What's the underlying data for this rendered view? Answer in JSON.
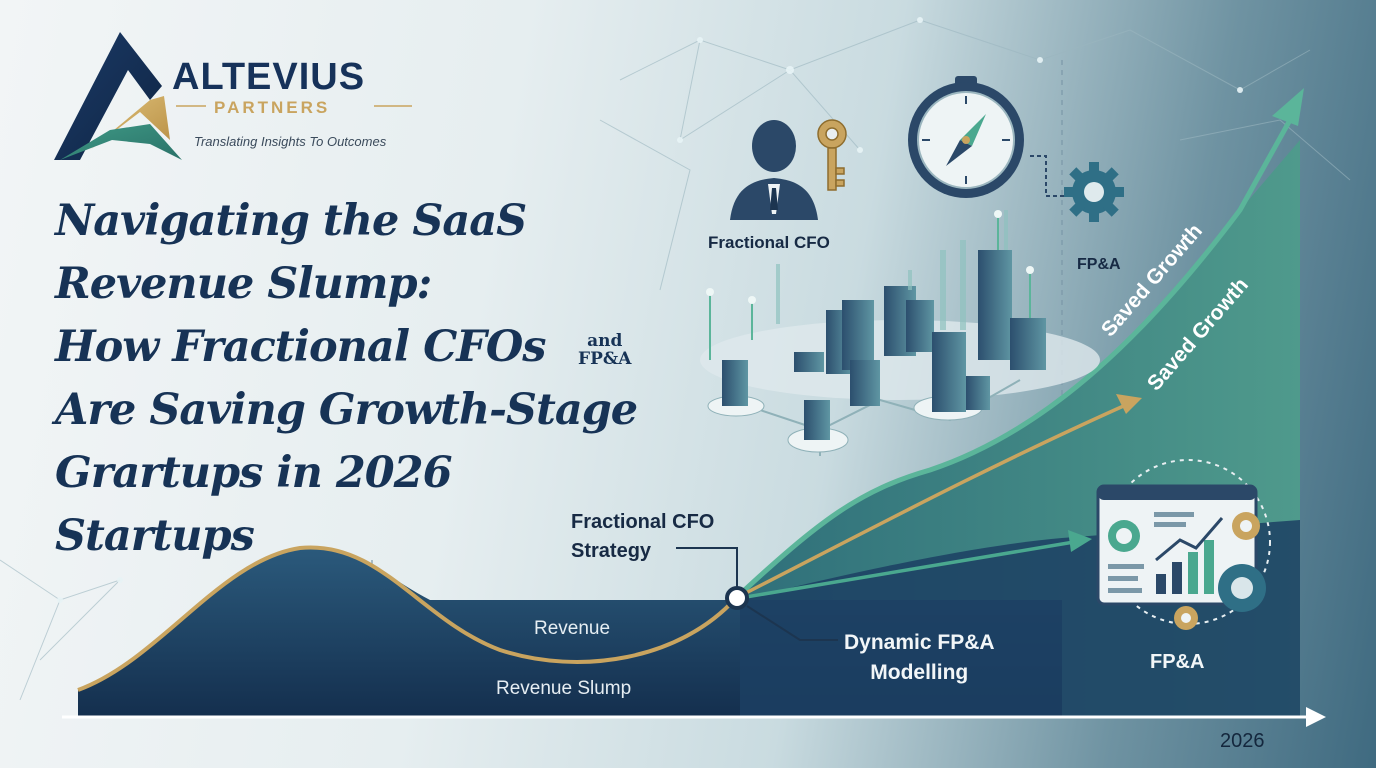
{
  "brand": {
    "name": "ALTEVIUS",
    "sub": "PARTNERS",
    "tagline": "Translating Insights To Outcomes"
  },
  "headline": {
    "line1": "Navigating the SaaS",
    "line2": "Revenue Slump:",
    "line3": "How Fractional CFOs",
    "and_word": "and",
    "and_fpa": "FP&A",
    "line4": "Are Saving Growth-Stage",
    "line5": "Grartups in 2026",
    "line6": "Startups"
  },
  "labels": {
    "fractional_cfo": "Fractional CFO",
    "fpa_top": "FP&A",
    "saved_growth_1": "Saved Growth",
    "saved_growth_2": "Saved Growth",
    "strategy_line1": "Fractional CFO",
    "strategy_line2": "Strategy",
    "revenue": "Revenue",
    "revenue_slump": "Revenue Slump",
    "dynamic_line1": "Dynamic FP&A",
    "dynamic_line2": "Modelling",
    "fpa_bottom": "FP&A",
    "year": "2026"
  },
  "colors": {
    "navy": "#173356",
    "gold": "#c9a45f",
    "teal": "#4aa88f",
    "area": "#1c3f63"
  },
  "icons": [
    "altevius-logo",
    "person-icon",
    "key-icon",
    "compass-icon",
    "gear-icon",
    "dashboard-icon",
    "city-illustration",
    "growth-arrow"
  ]
}
